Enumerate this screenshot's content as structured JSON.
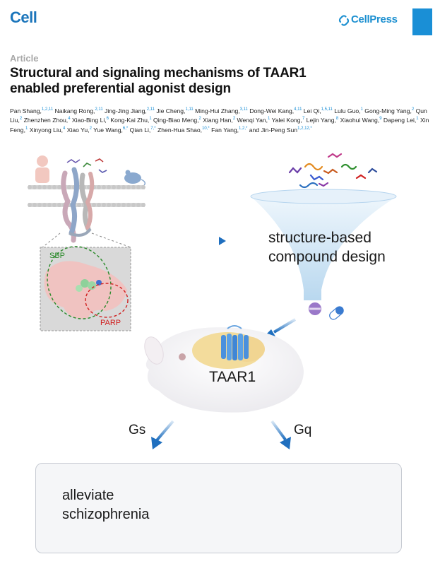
{
  "header": {
    "journal": "Cell",
    "publisher": "CellPress"
  },
  "article": {
    "type": "Article",
    "title_line1": "Structural and signaling mechanisms of TAAR1",
    "title_line2": "enabled preferential agonist design",
    "authors_line1": "Pan Shang,",
    "authors": [
      {
        "name": "Pan Shang,",
        "sup": "1,2,11"
      },
      {
        "name": " Naikang Rong,",
        "sup": "2,11"
      },
      {
        "name": " Jing-Jing Jiang,",
        "sup": "2,11"
      },
      {
        "name": " Jie Cheng,",
        "sup": "1,11"
      },
      {
        "name": " Ming-Hui Zhang,",
        "sup": "3,11"
      },
      {
        "name": " Dong-Wei Kang,",
        "sup": "4,11"
      },
      {
        "name": " Lei Qi,",
        "sup": "1,5,11"
      },
      {
        "name": " Lulu Guo,",
        "sup": "1"
      },
      {
        "name": " Gong-Ming Yang,",
        "sup": "2"
      },
      {
        "name": " Qun Liu,",
        "sup": "2"
      },
      {
        "name": " Zhenzhen Zhou,",
        "sup": "4"
      },
      {
        "name": " Xiao-Bing Li,",
        "sup": "6"
      },
      {
        "name": " Kong-Kai Zhu,",
        "sup": "1"
      },
      {
        "name": " Qing-Biao Meng,",
        "sup": "2"
      },
      {
        "name": " Xiang Han,",
        "sup": "2"
      },
      {
        "name": " Wenqi Yan,",
        "sup": "1"
      },
      {
        "name": " Yalei Kong,",
        "sup": "7"
      },
      {
        "name": " Lejin Yang,",
        "sup": "8"
      },
      {
        "name": " Xiaohui Wang,",
        "sup": "9"
      },
      {
        "name": " Dapeng Lei,",
        "sup": "1"
      },
      {
        "name": " Xin Feng,",
        "sup": "1"
      },
      {
        "name": " Xinyong Liu,",
        "sup": "4"
      },
      {
        "name": " Xiao Yu,",
        "sup": "2"
      },
      {
        "name": " Yue Wang,",
        "sup": "6,*"
      },
      {
        "name": " Qian Li,",
        "sup": "7,*"
      },
      {
        "name": " Zhen-Hua Shao,",
        "sup": "10,*"
      },
      {
        "name": " Fan Yang,",
        "sup": "1,2,*"
      },
      {
        "name": " and Jin-Peng Sun",
        "sup": "1,2,12,*"
      }
    ]
  },
  "graphical_abstract": {
    "pocket_label_sbp": "SBP",
    "pocket_label_parp": "PARP",
    "funnel_line1": "structure-based",
    "funnel_line2": "compound design",
    "receptor": "TAAR1",
    "pathway_gs": "Gs",
    "pathway_gq": "Gq",
    "outcome_line1": "alleviate",
    "outcome_line2": "schizophrenia"
  },
  "colors": {
    "brand_blue": "#1a8fd6",
    "arrow_blue": "#1f6fbf",
    "sbp_green": "#2a8a2a",
    "parp_red": "#d02020",
    "speaker_teal": "#1e9a8a"
  }
}
